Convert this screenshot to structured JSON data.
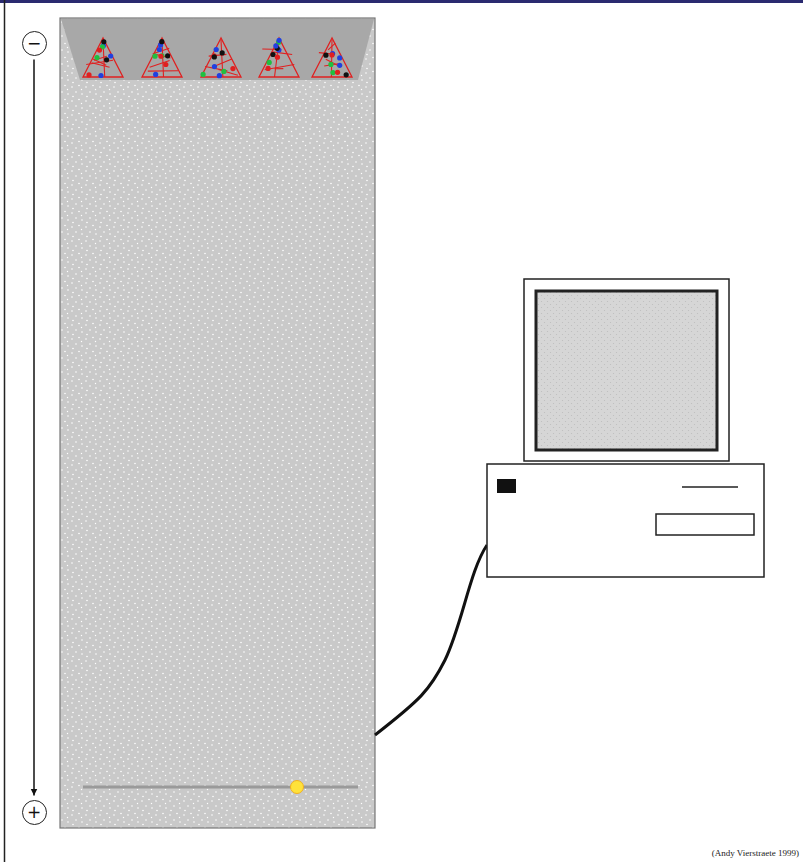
{
  "diagram": {
    "nodes": [
      {
        "text": [
          "−"
        ]
      },
      {
        "text": [
          "+"
        ]
      }
    ],
    "edges": [
      {
        "from": 0,
        "to": 1,
        "arrow": "to"
      }
    ],
    "labels": [
      "(Andy Vierstraete 1999)"
    ]
  }
}
